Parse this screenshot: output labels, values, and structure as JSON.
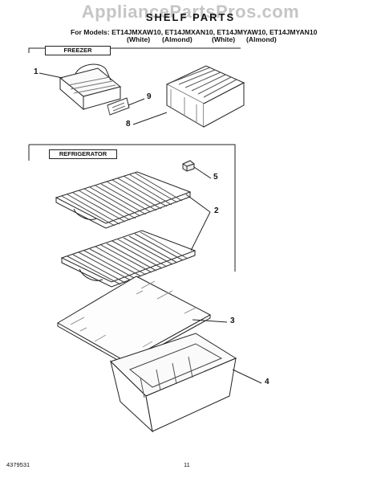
{
  "watermark": "AppliancePartsPros.com",
  "header": {
    "title": "SHELF PARTS",
    "models_line": "For Models: ET14JMXAW10, ET14JMXAN10, ET14JMYAW10, ET14JMYAN10",
    "variants": [
      "(White)",
      "(Almond)",
      "(White)",
      "(Almond)"
    ]
  },
  "sections": {
    "freezer": "FREEZER",
    "refrigerator": "REFRIGERATOR"
  },
  "callouts": [
    "1",
    "9",
    "8",
    "5",
    "2",
    "3",
    "4"
  ],
  "footer": {
    "part_number": "4379531",
    "page_number": "11"
  }
}
